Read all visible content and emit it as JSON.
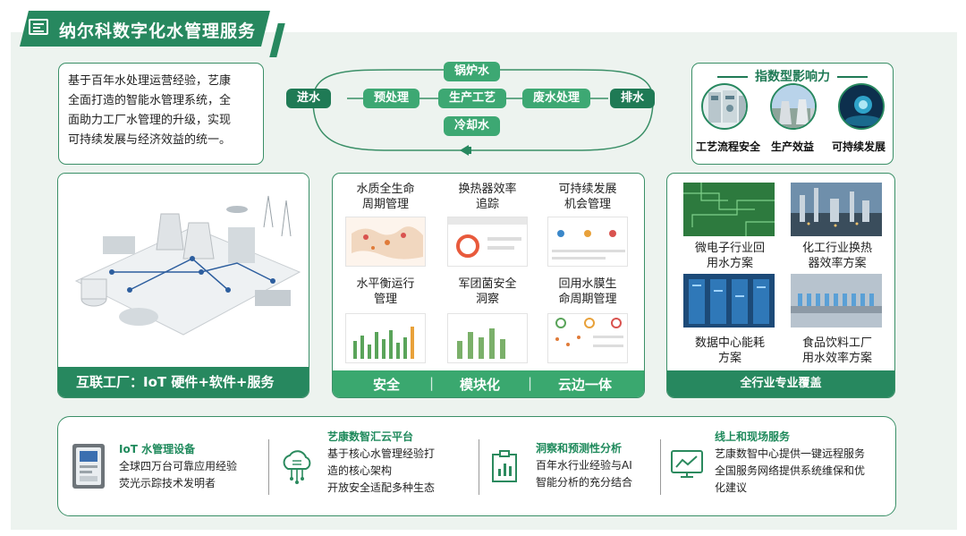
{
  "header": {
    "title": "纳尔科数字化水管理服务"
  },
  "intro": {
    "lines": [
      "基于百年水处理运营经验，艺康",
      "全面打造的智能水管理系统，全",
      "面助力工厂水管理的升级，实现",
      "可持续发展与经济效益的统一。"
    ]
  },
  "flow": {
    "inlet": "进水",
    "pretreat": "预处理",
    "boiler": "锅炉水",
    "production": "生产工艺",
    "cooling": "冷却水",
    "wastewater": "废水处理",
    "outlet": "排水"
  },
  "impact": {
    "title": "指数型影响力",
    "items": [
      {
        "label": "工艺流程安全",
        "icon": "process-safety-icon"
      },
      {
        "label": "生产效益",
        "icon": "production-benefit-icon"
      },
      {
        "label": "可持续发展",
        "icon": "sustainability-icon"
      }
    ]
  },
  "factory": {
    "caption": "互联工厂：IoT 硬件+软件+服务"
  },
  "modules": {
    "items": [
      {
        "l1": "水质全生命",
        "l2": "周期管理"
      },
      {
        "l1": "换热器效率",
        "l2": "追踪"
      },
      {
        "l1": "可持续发展",
        "l2": "机会管理"
      },
      {
        "l1": "水平衡运行",
        "l2": "管理"
      },
      {
        "l1": "军团菌安全",
        "l2": "洞察"
      },
      {
        "l1": "回用水膜生",
        "l2": "命周期管理"
      }
    ],
    "footer": [
      "安全",
      "模块化",
      "云边一体"
    ]
  },
  "industries": {
    "items": [
      {
        "l1": "微电子行业回",
        "l2": "用水方案"
      },
      {
        "l1": "化工行业换热",
        "l2": "器效率方案"
      },
      {
        "l1": "数据中心能耗",
        "l2": "方案"
      },
      {
        "l1": "食品饮料工厂",
        "l2": "用水效率方案"
      }
    ],
    "footer": "全行业专业覆盖"
  },
  "services": [
    {
      "title": "IoT 水管理设备",
      "lines": [
        "全球四万台可靠应用经验",
        "荧光示踪技术发明者"
      ],
      "icon": "iot-device-icon"
    },
    {
      "title": "艺康数智汇云平台",
      "lines": [
        "基于核心水管理经验打",
        "造的核心架构",
        "开放安全适配多种生态"
      ],
      "icon": "cloud-platform-icon"
    },
    {
      "title": "洞察和预测性分析",
      "lines": [
        "百年水行业经验与AI",
        "智能分析的充分结合"
      ],
      "icon": "analytics-icon"
    },
    {
      "title": "线上和现场服务",
      "lines": [
        "艺康数智中心提供一键远程服务",
        "全国服务网络提供系统维保和优",
        "化建议"
      ],
      "icon": "monitor-chart-icon"
    }
  ],
  "colors": {
    "primary": "#27885f",
    "light": "#3aa86f",
    "background": "#edf3ef"
  }
}
